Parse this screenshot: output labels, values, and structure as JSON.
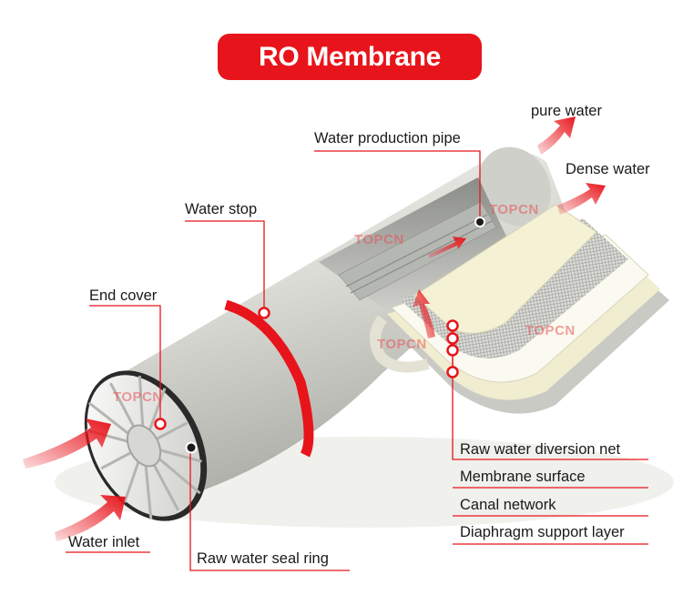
{
  "title": "RO Membrane",
  "labels": {
    "pure_water": "pure water",
    "dense_water": "Dense water",
    "water_production_pipe": "Water production pipe",
    "water_stop": "Water stop",
    "end_cover": "End cover",
    "water_inlet": "Water inlet",
    "raw_water_seal_ring": "Raw water seal ring",
    "raw_water_diversion_net": "Raw water diversion net",
    "membrane_surface": "Membrane surface",
    "canal_network": "Canal network",
    "diaphragm_support_layer": "Diaphragm support layer"
  },
  "watermark": "TOPCN",
  "colors": {
    "accent": "#e8141b",
    "label_text": "#1a1a1a",
    "tube": "#dcdcd6",
    "membrane": "#f2efd2"
  }
}
